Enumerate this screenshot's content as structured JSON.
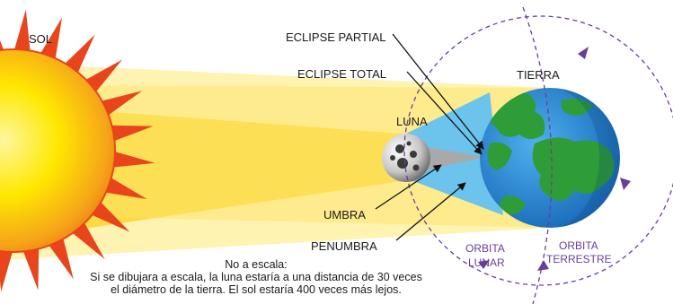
{
  "labels": {
    "sun": "SOL",
    "eclipse_partial": "ECLIPSE PARTIAL",
    "eclipse_total": "ECLIPSE TOTAL",
    "earth": "TIERRA",
    "moon": "LUNA",
    "umbra": "UMBRA",
    "penumbra": "PENUMBRA",
    "lunar_orbit": [
      "ORBITA",
      "LUNAR"
    ],
    "earth_orbit": [
      "ORBITA",
      "TERRESTRE"
    ]
  },
  "note": {
    "title": "No a escala:",
    "line1": "Si se dibujara a escala, la luna estaría a una distancia de 30 veces",
    "line2": "el diámetro de la tierra. El sol estaría 400 veces más lejos."
  },
  "colors": {
    "sun_core": "#ffe800",
    "sun_rim": "#f08a10",
    "sun_rays": "#e8451c",
    "light_beam": "#fcd21e",
    "penumbra_cone": "#6cc3ec",
    "umbra_cone": "#a9a9a9",
    "ocean": "#1f80cf",
    "land": "#2f9d37",
    "orbit_line": "#6a3d9a",
    "background": "#ffffff"
  },
  "icons": [
    "sun-illustration",
    "moon-illustration",
    "earth-illustration",
    "orbit-arrow-icon"
  ]
}
